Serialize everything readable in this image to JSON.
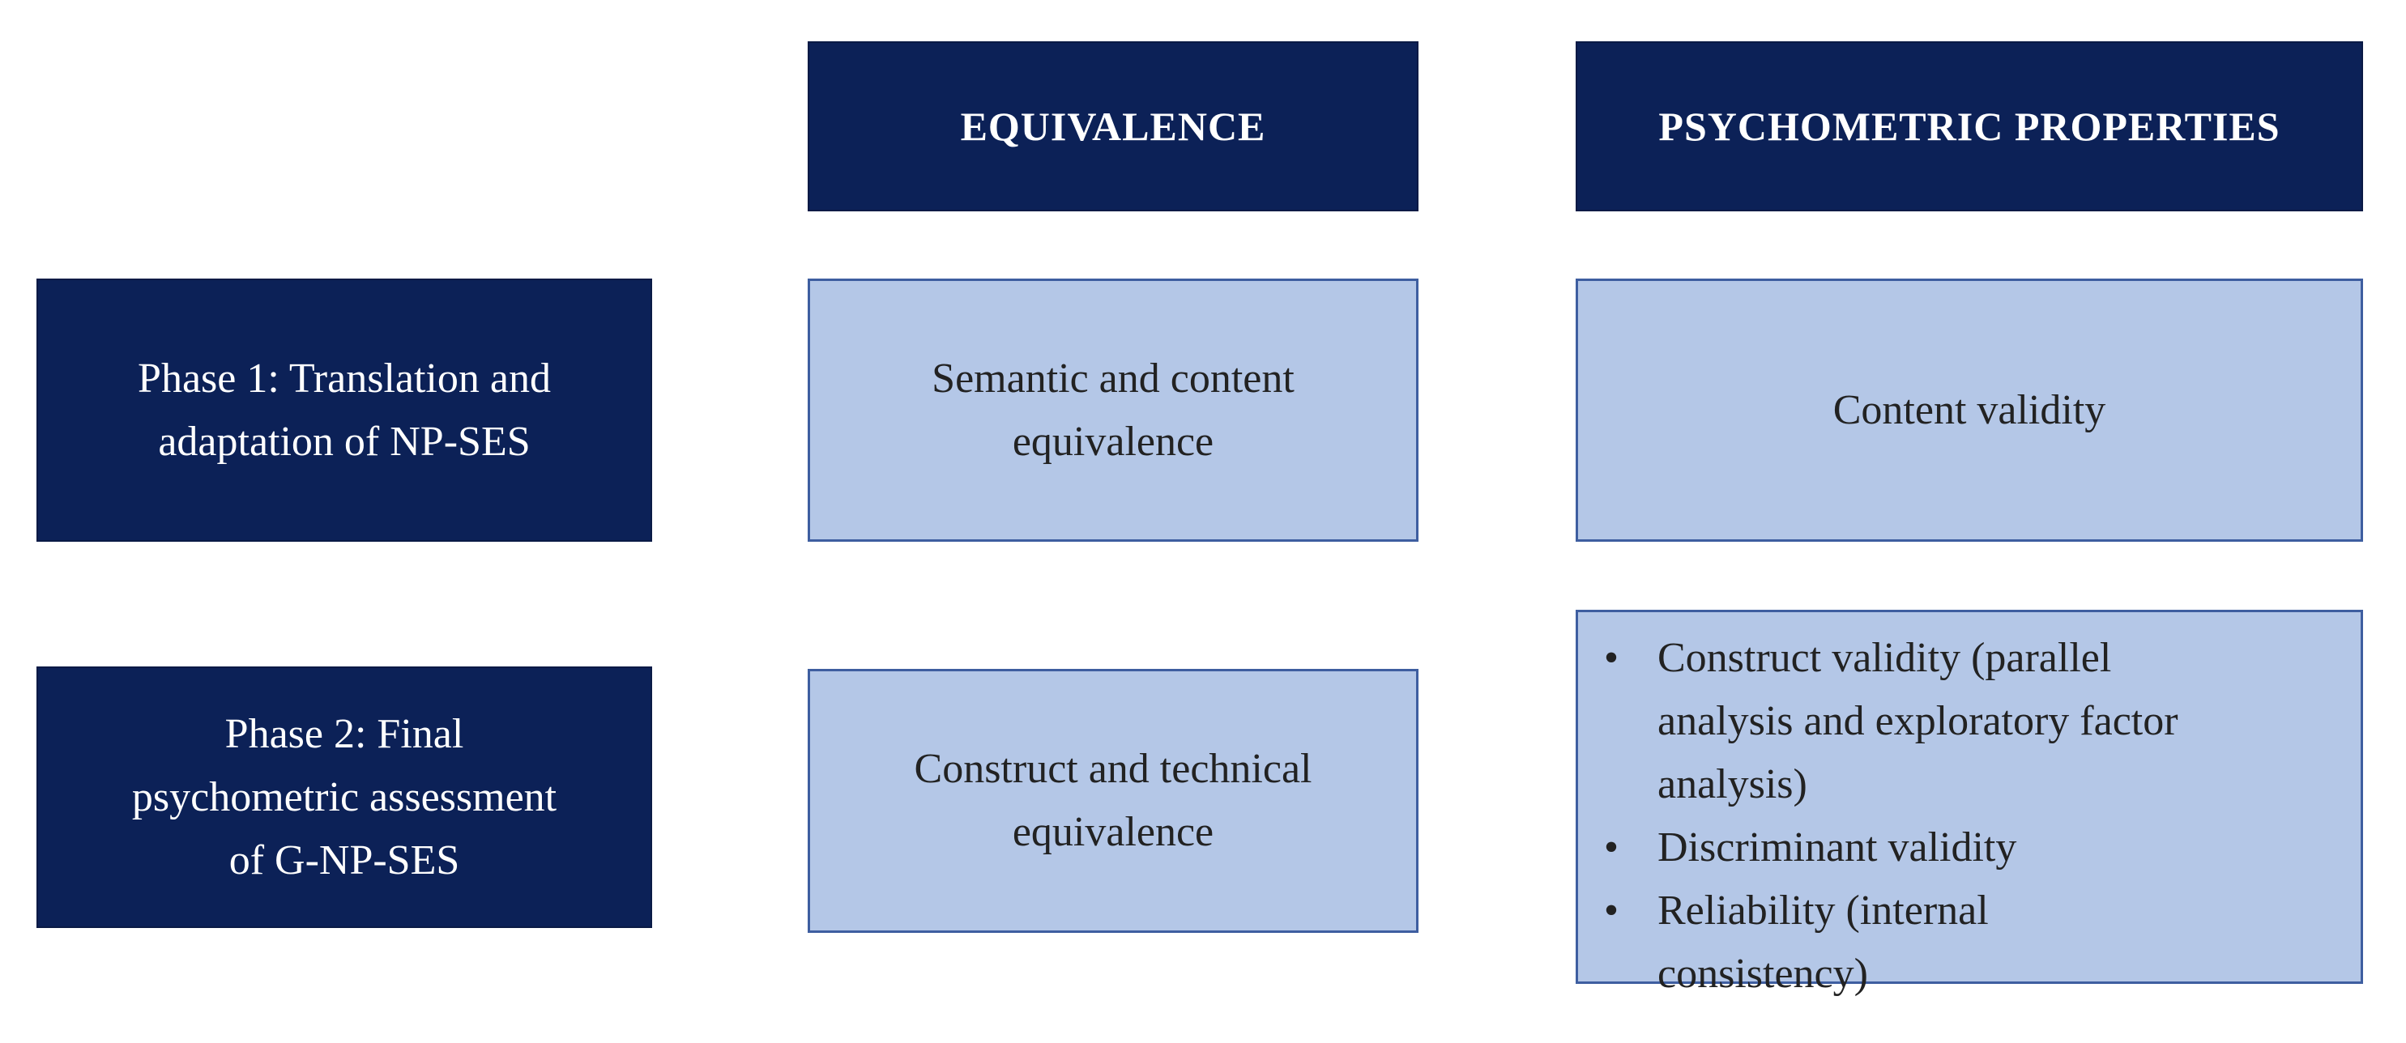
{
  "headers": {
    "equivalence": "EQUIVALENCE",
    "psychometric": "PSYCHOMETRIC PROPERTIES"
  },
  "phases": [
    {
      "label": "Phase 1: Translation and\nadaptation of NP-SES"
    },
    {
      "label": "Phase 2: Final\npsychometric assessment\nof G-NP-SES"
    }
  ],
  "equivalence": [
    {
      "text": "Semantic and content\nequivalence"
    },
    {
      "text": "Construct and technical\nequivalence"
    }
  ],
  "psychometric": {
    "phase1": "Content validity",
    "phase2_bullet_symbol": "•",
    "phase2_items": [
      "Construct validity (parallel\nanalysis and exploratory factor\nanalysis)",
      "Discriminant validity",
      "Reliability (internal\nconsistency)"
    ]
  },
  "colors": {
    "dark_fill": "#0c2157",
    "light_fill": "#b4c7e7",
    "light_border": "#3e5ea0"
  }
}
